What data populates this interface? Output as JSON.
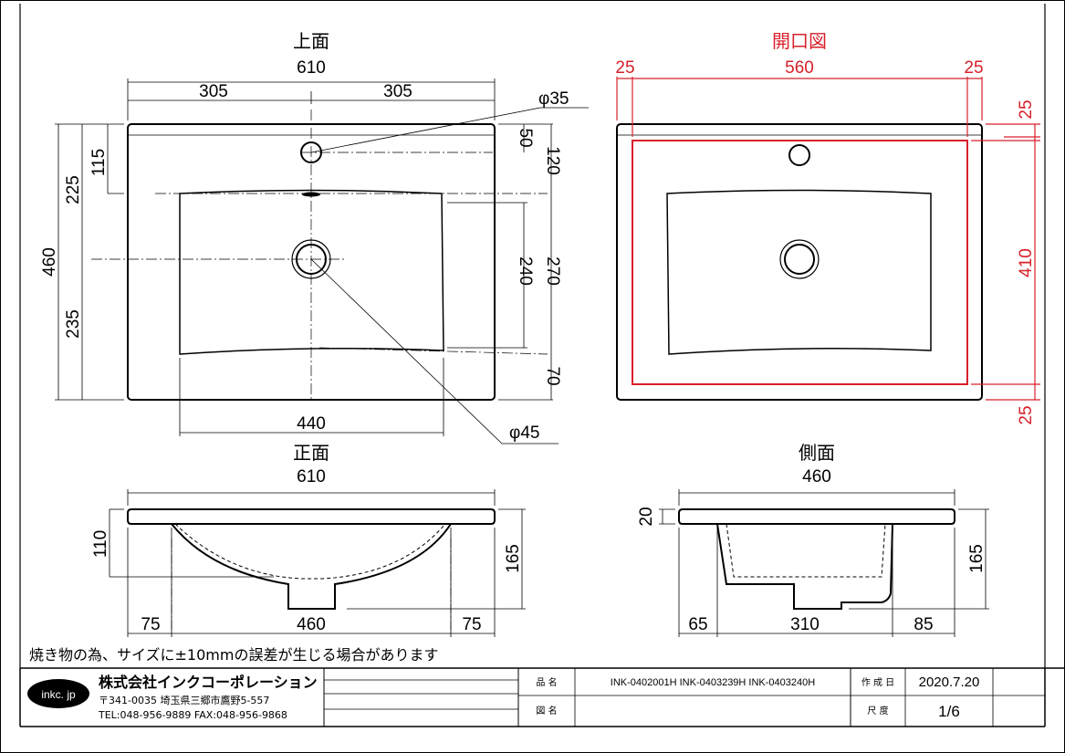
{
  "views": {
    "top": "上面",
    "opening": "開口図",
    "front": "正面",
    "side": "側面"
  },
  "dims": {
    "top": {
      "width": "610",
      "half_left": "305",
      "half_right": "305",
      "hole_dia": "φ35",
      "drain_dia": "φ45",
      "depth_total": "460",
      "upper": "225",
      "lower": "235",
      "hole_offset": "115",
      "right_50": "50",
      "right_120": "120",
      "right_240": "240",
      "right_270": "270",
      "right_70": "70",
      "bowl_width": "440"
    },
    "opening": {
      "left": "25",
      "middle": "560",
      "right": "25",
      "top": "25",
      "height": "410",
      "bottom": "25"
    },
    "front": {
      "width": "610",
      "h110": "110",
      "h165": "165",
      "left": "75",
      "middle": "460",
      "right": "75"
    },
    "side": {
      "width": "460",
      "h20": "20",
      "h165": "165",
      "left": "65",
      "middle": "310",
      "right": "85"
    }
  },
  "note": "焼き物の為、サイズに±10mmの誤差が生じる場合があります",
  "title_block": {
    "logo": "inkc. jp",
    "company": "株式会社インクコーポレーション",
    "address": "〒341-0035 埼玉県三郷市鷹野5-557",
    "contact": "TEL:048-956-9889  FAX:048-956-9868",
    "product_label": "品 名",
    "product_value": "INK-0402001H  INK-0403239H  INK-0403240H",
    "drawing_label": "図 名",
    "drawing_value": "",
    "created_label": "作 成 日",
    "created_value": "2020.7.20",
    "scale_label": "尺 度",
    "scale_value": "1/6"
  },
  "colors": {
    "line": "#000000",
    "accent": "#d8202a"
  }
}
